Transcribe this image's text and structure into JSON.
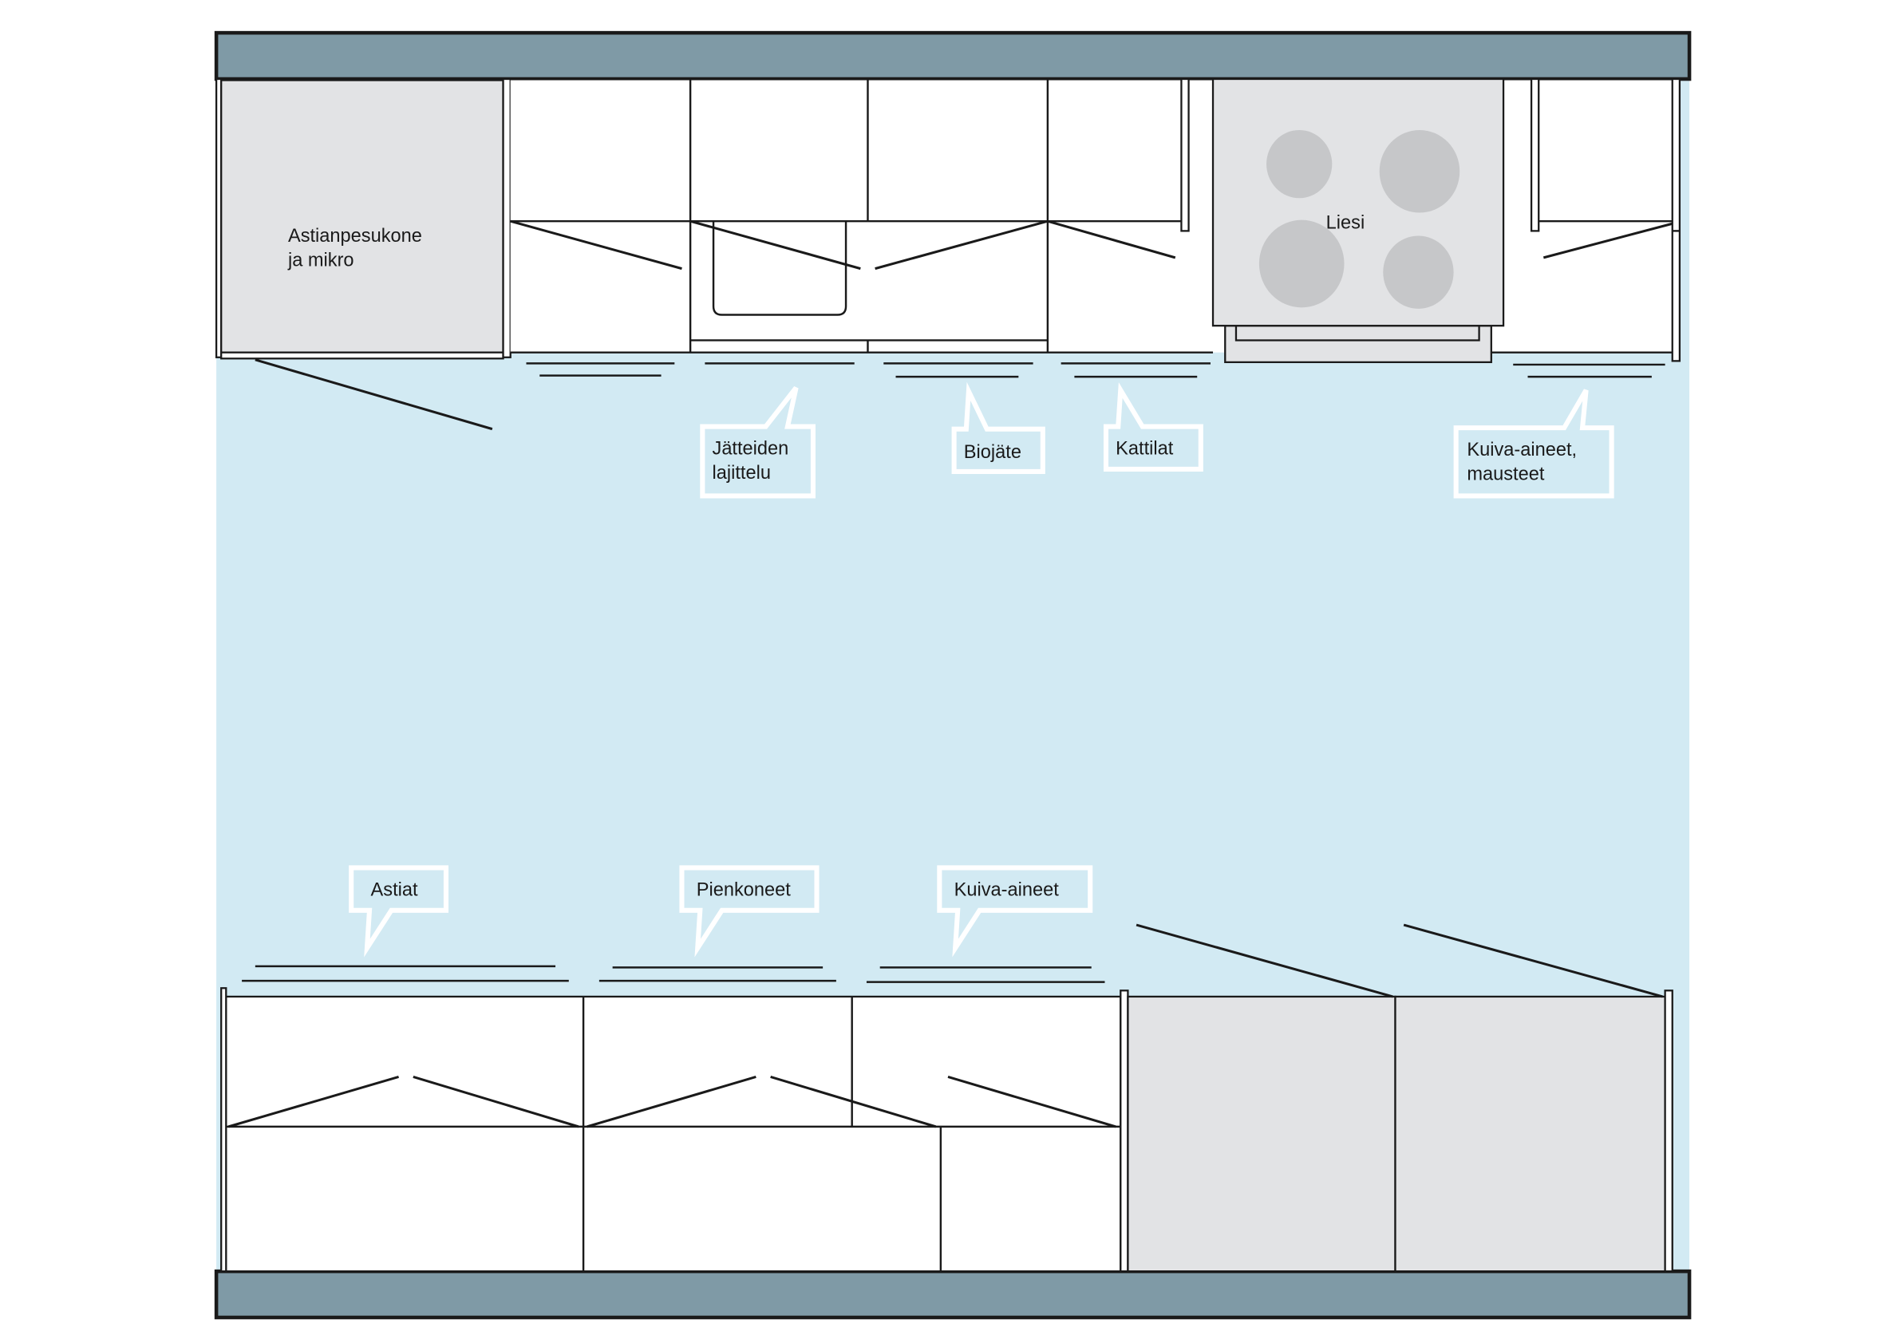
{
  "title": "Kitchen floor plan",
  "colors": {
    "wall": "#7f9aa6",
    "floor": "#d2eaf3",
    "appliance": "#e2e3e5",
    "burner": "#c6c7c9"
  },
  "top_row": {
    "dishwasher_label": [
      "Astianpesukone",
      "ja mikro"
    ],
    "stove_label": "Liesi"
  },
  "callouts_top": {
    "waste_sorting": [
      "Jätteiden",
      "lajittelu"
    ],
    "biowaste": "Biojäte",
    "pots": "Kattilat",
    "dry_goods_spices": [
      "Kuiva-aineet,",
      "mausteet"
    ]
  },
  "callouts_bottom": {
    "dishes": "Astiat",
    "small_appliances": "Pienkoneet",
    "dry_goods": "Kuiva-aineet"
  }
}
